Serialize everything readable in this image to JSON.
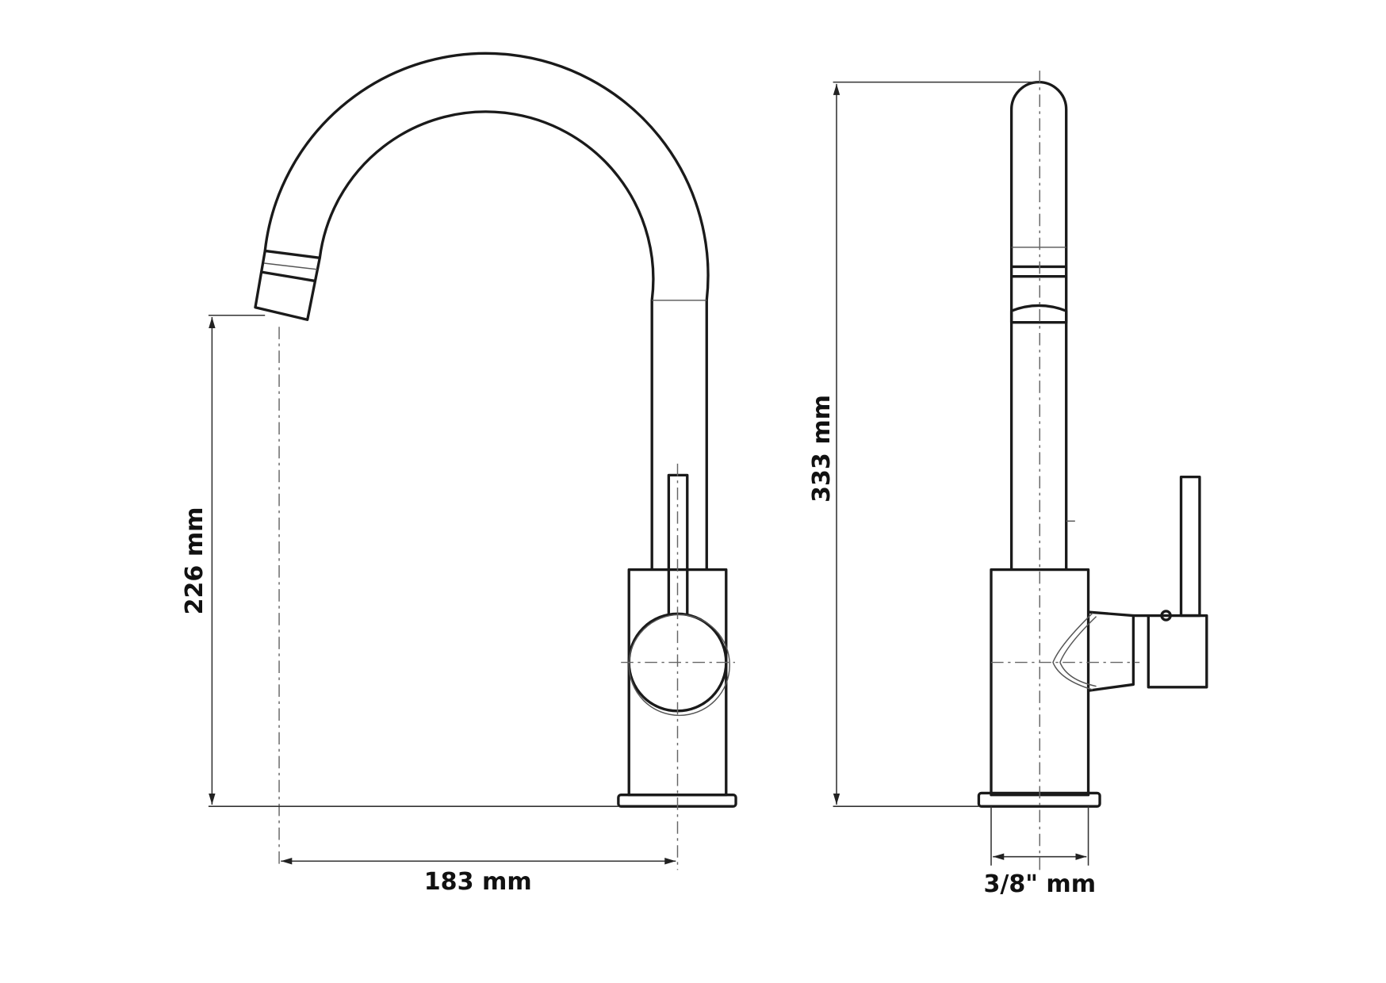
{
  "front_view": {
    "height_label": "226 mm",
    "reach_label": "183 mm"
  },
  "side_view": {
    "height_label": "333 mm",
    "connection_label": "3/8\" mm"
  },
  "colors": {
    "line": "#1a1a1a",
    "background": "#ffffff"
  }
}
